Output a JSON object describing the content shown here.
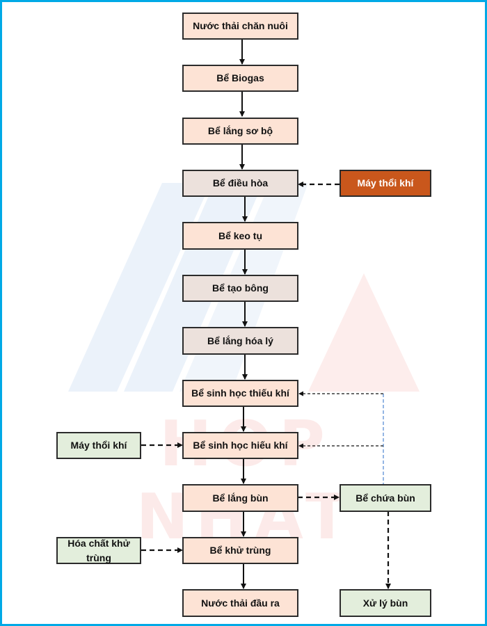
{
  "watermark": {
    "text": "HOP NHAT"
  },
  "nodes": {
    "influent": "Nước thải chăn nuôi",
    "biogas": "Bể Biogas",
    "primary_settling": "Bể lắng sơ bộ",
    "equalization": "Bể điều hòa",
    "blower_1": "Máy thổi khí",
    "coagulation": "Bể keo tụ",
    "flocculation": "Bể tạo bông",
    "chemical_settling": "Bể lắng hóa lý",
    "anoxic": "Bể sinh học thiếu khí",
    "blower_2": "Máy thổi khí",
    "aerobic": "Bể sinh học hiếu khí",
    "sludge_settling": "Bể lắng bùn",
    "sludge_tank": "Bể chứa bùn",
    "disinfection_chemical": "Hóa chất khử trùng",
    "disinfection": "Bể khử trùng",
    "effluent": "Nước thải đầu ra",
    "sludge_treatment": "Xử lý bùn"
  },
  "colors": {
    "frame_border": "#00a9e6",
    "main_fill": "#fde3d5",
    "grey_fill": "#ece1dc",
    "side_fill": "#e3eedc",
    "accent_fill": "#c9571c",
    "sludge_return_line": "#5b8fd6"
  }
}
